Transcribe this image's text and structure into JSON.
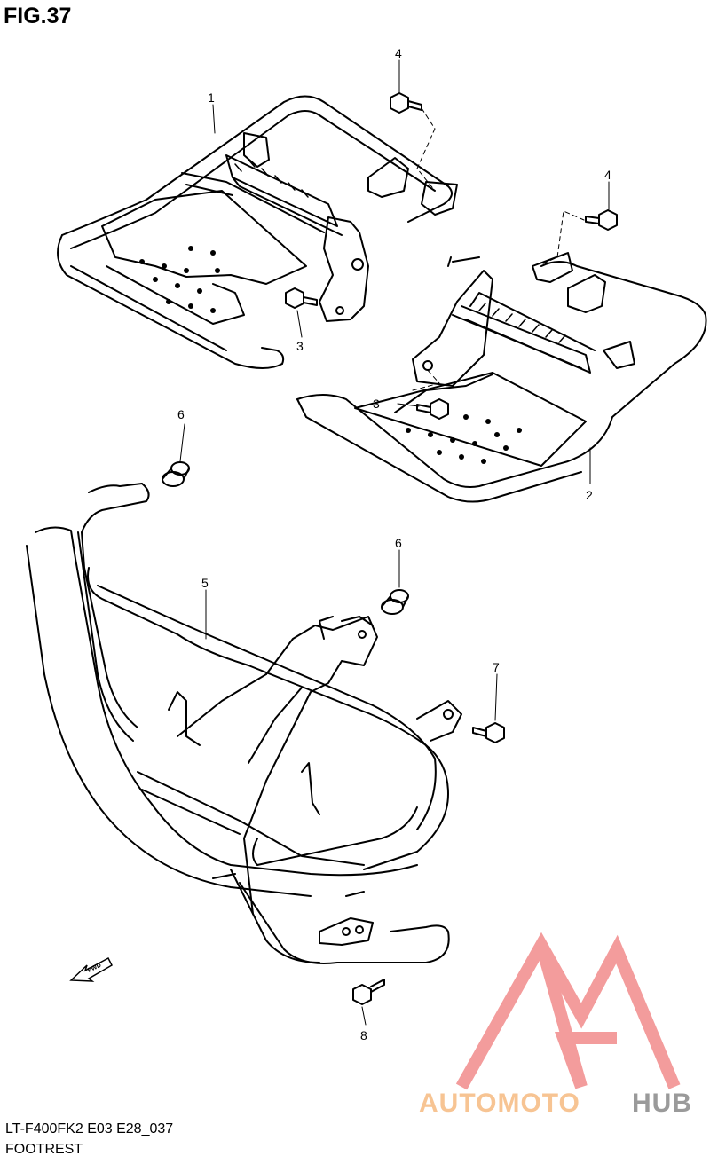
{
  "figure": {
    "title": "FIG.37",
    "model_code": "LT-F400FK2 E03 E28_037",
    "section_name": "FOOTREST"
  },
  "parts": [
    {
      "ref": "1",
      "name": "left-footrest-frame"
    },
    {
      "ref": "2",
      "name": "right-footrest-frame"
    },
    {
      "ref": "3",
      "name": "bolt"
    },
    {
      "ref": "3",
      "name": "bolt"
    },
    {
      "ref": "4",
      "name": "bolt"
    },
    {
      "ref": "4",
      "name": "bolt"
    },
    {
      "ref": "5",
      "name": "front-bumper-guard"
    },
    {
      "ref": "6",
      "name": "grommet"
    },
    {
      "ref": "6",
      "name": "grommet"
    },
    {
      "ref": "7",
      "name": "bolt"
    },
    {
      "ref": "8",
      "name": "bolt"
    }
  ],
  "fwd_indicator": {
    "label": "FWD",
    "icon": "fwd-arrow-icon"
  },
  "watermark": {
    "words": [
      "AUTOMOTO",
      "HUB"
    ],
    "colors": {
      "logo": "#f28b8b",
      "word1": "#f7c493",
      "word2": "#9a9a9a"
    }
  }
}
